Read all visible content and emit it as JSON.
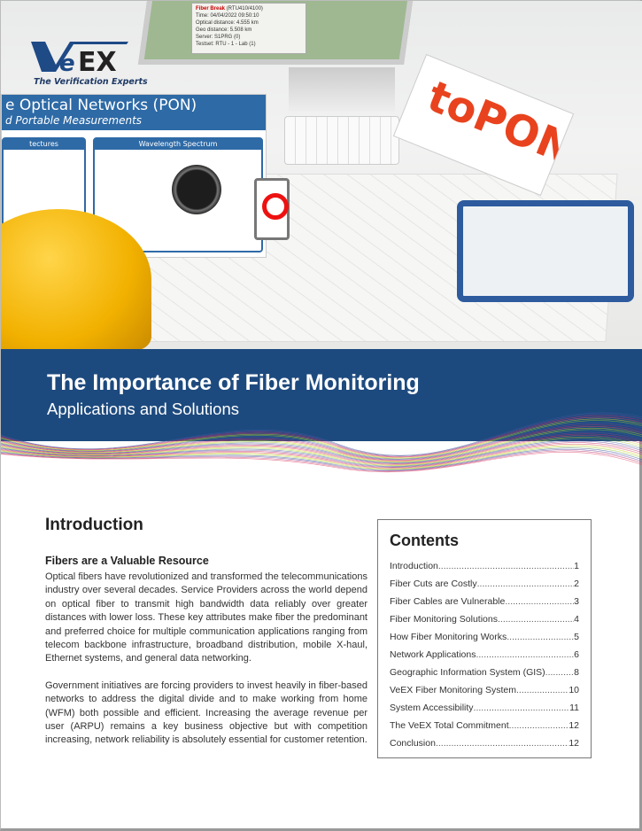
{
  "brand": {
    "logo_text": "VeEX",
    "tagline": "The Verification Experts",
    "color": "#1e4a86"
  },
  "hero": {
    "popup": {
      "title": "Fiber Break",
      "lines": [
        "(RTU410/4100)",
        "Time: 04/04/2022 09:50:10",
        "Optical distance: 4.555 km",
        "Geo distance: 5.508 km",
        "Server: S1PRG (0)",
        "Testset: RTU - 1 - Lab (1)"
      ]
    },
    "poster_title": "e Optical Networks (PON)",
    "poster_subtitle": "d Portable Measurements",
    "poster_panels": [
      "tectures",
      "Wavelength Spectrum"
    ],
    "book_text": "toPON"
  },
  "banner": {
    "title": "The Importance of Fiber Monitoring",
    "subtitle": "Applications and Solutions",
    "color": "#1d4a7e"
  },
  "intro": {
    "heading": "Introduction",
    "subheading": "Fibers are a Valuable Resource",
    "paragraphs": [
      "Optical fibers have revolutionized and transformed the telecommunications industry over several decades. Service Providers across the world depend on optical fiber to transmit high bandwidth data reliably over greater distances with lower loss. These key attributes make fiber the predominant and preferred choice for multiple communication applications ranging from telecom backbone infrastructure, broadband distribution, mobile X-haul, Ethernet systems, and general data networking.",
      "Government initiatives are forcing providers to invest heavily in fiber-based networks to address the digital divide and to make working from home (WFM) both possible and efficient. Increasing the average revenue per user (ARPU) remains a key business objective but with competition increasing, network reliability is absolutely essential for customer retention."
    ]
  },
  "contents": {
    "heading": "Contents",
    "items": [
      {
        "label": "Introduction",
        "page": "1"
      },
      {
        "label": "Fiber Cuts are Costly",
        "page": "2"
      },
      {
        "label": "Fiber Cables are Vulnerable",
        "page": "3"
      },
      {
        "label": "Fiber Monitoring Solutions",
        "page": "4"
      },
      {
        "label": "How Fiber Monitoring Works",
        "page": "5"
      },
      {
        "label": "Network Applications",
        "page": "6"
      },
      {
        "label": "Geographic Information System (GIS)",
        "page": "8"
      },
      {
        "label": "VeEX Fiber Monitoring System",
        "page": "10"
      },
      {
        "label": "System Accessibility",
        "page": "11"
      },
      {
        "label": "The VeEX Total Commitment",
        "page": "12"
      },
      {
        "label": "Conclusion",
        "page": "12"
      }
    ]
  }
}
